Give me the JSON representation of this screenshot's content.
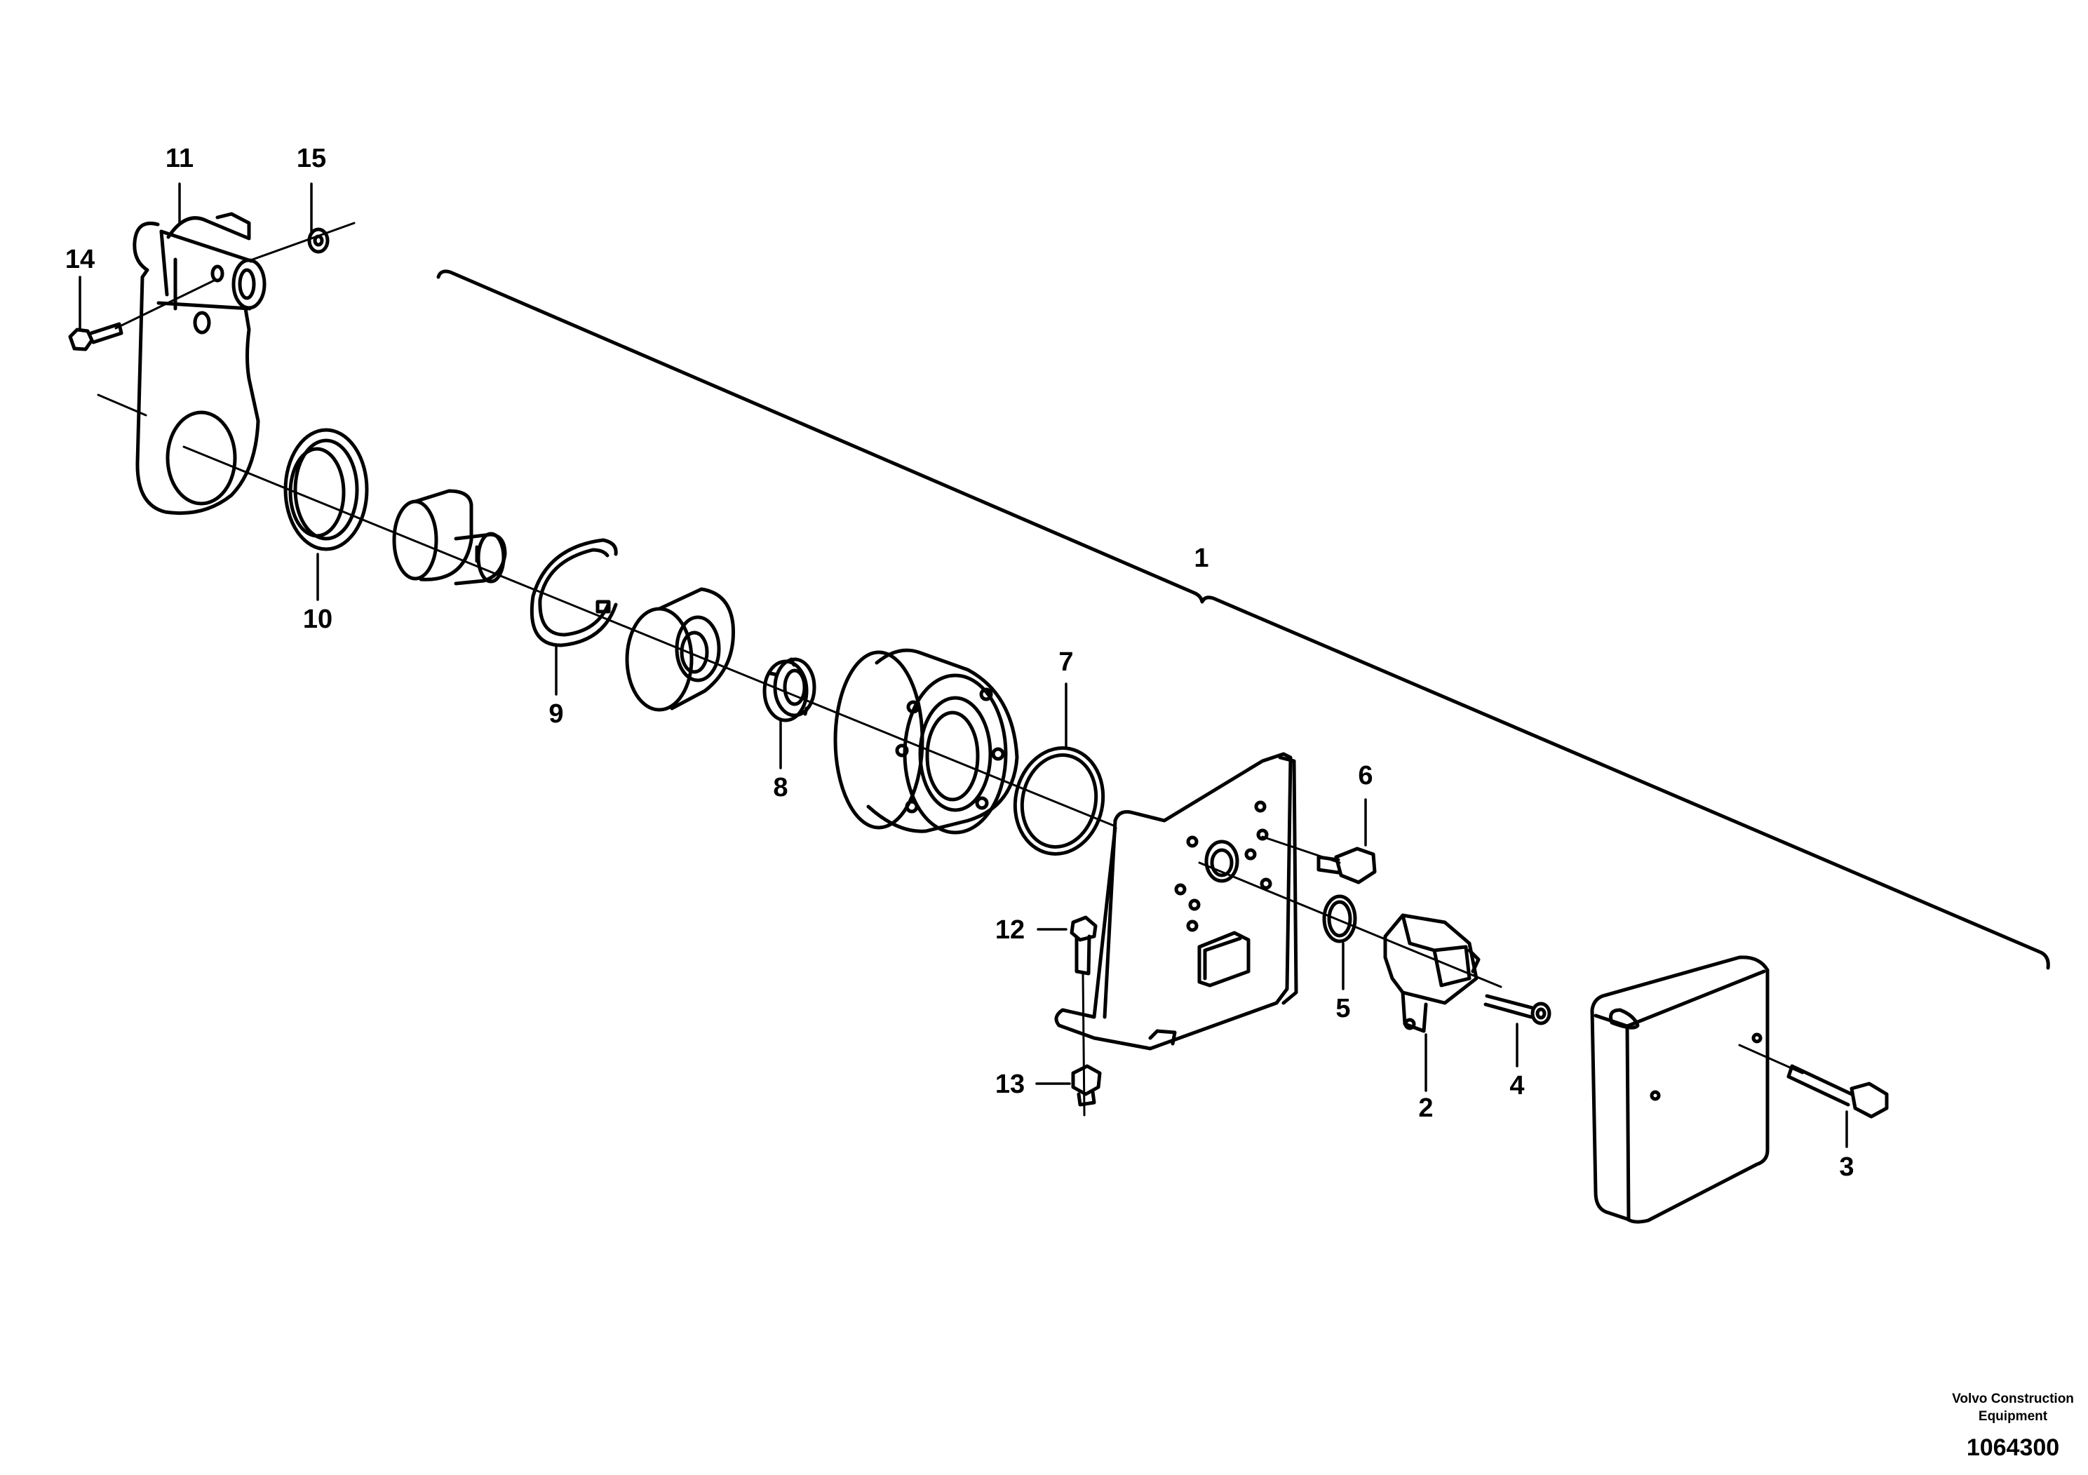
{
  "callouts": {
    "c1": "1",
    "c2": "2",
    "c3": "3",
    "c4": "4",
    "c5": "5",
    "c6": "6",
    "c7": "7",
    "c8": "8",
    "c9": "9",
    "c10": "10",
    "c11": "11",
    "c12": "12",
    "c13": "13",
    "c14": "14",
    "c15": "15"
  },
  "footer": {
    "publisher_line1": "Volvo Construction",
    "publisher_line2": "Equipment",
    "drawing_number": "1064300"
  }
}
